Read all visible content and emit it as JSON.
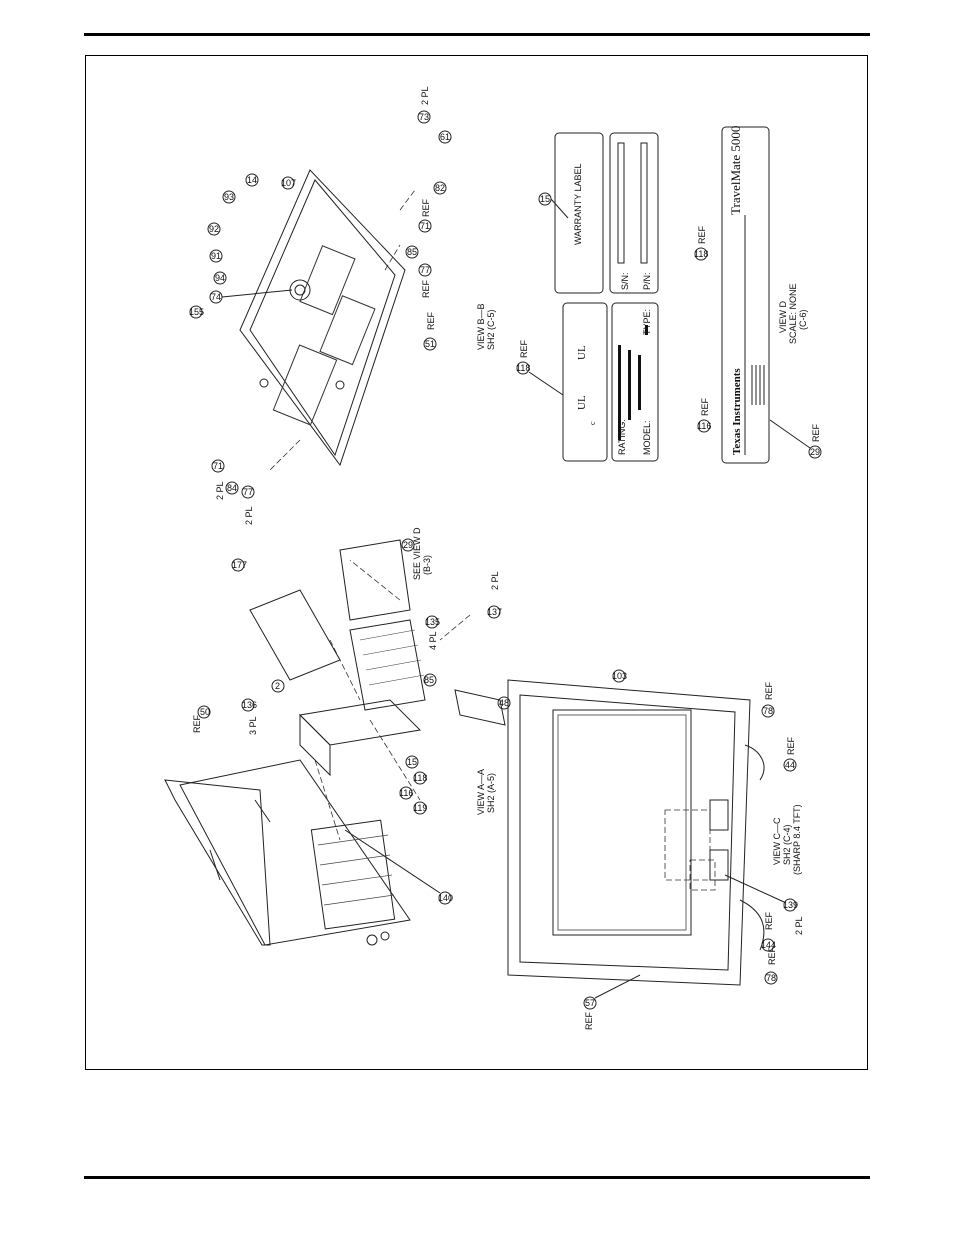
{
  "views": {
    "a_a": {
      "title": "VIEW A—A",
      "ref": "SH2 (A-5)"
    },
    "b_b": {
      "title": "VIEW B—B",
      "ref": "SH2 (C-5)"
    },
    "c_c": {
      "title": "VIEW C—C",
      "ref": "SH2 (C-4)",
      "note": "(SHARP 8.4 TFT)"
    },
    "d": {
      "title": "VIEW D",
      "scale": "SCALE: NONE",
      "ref": "(C-6)"
    }
  },
  "labels": {
    "see_view_d": "SEE VIEW D",
    "see_view_d_ref": "(B-3)",
    "warranty": "WARRANTY LABEL",
    "sn": "S/N:",
    "pn": "P/N:",
    "rating": "RATING:",
    "model": "MODEL:",
    "type": "TYPE:",
    "ul": "UL",
    "c": "c",
    "brand_ti": "Texas Instruments",
    "brand_tm": "TravelMate 5000"
  },
  "callouts": {
    "c50": "50",
    "c50r": "REF",
    "c2": "2",
    "c136": "136",
    "c136q": "3 PL",
    "c177": "177",
    "c29a": "29",
    "c85a": "85",
    "c135": "135",
    "c135q": "4 PL",
    "c137": "137",
    "c137q": "2 PL",
    "c48": "48",
    "c15a": "15",
    "c118a": "118",
    "c116a": "116",
    "c119a": "119",
    "c140": "140",
    "c155": "155",
    "c74": "74",
    "c94": "94",
    "c91": "91",
    "c92": "92",
    "c93": "93",
    "c14": "14",
    "c107": "107",
    "c71a": "71",
    "c71aq": "2 PL",
    "c84": "84",
    "c77a": "77",
    "c77aq": "2 PL",
    "c51": "51",
    "c51r": "REF",
    "c77b": "77",
    "c77br": "REF",
    "c85b": "85",
    "c71b": "71",
    "c71br": "REF",
    "c82": "82",
    "c61": "61",
    "c73": "73",
    "c73q": "2 PL",
    "c15b": "15",
    "c118b": "118",
    "c118br": "REF",
    "c116b": "116",
    "c116br": "REF",
    "c118c": "118",
    "c118cr": "REF",
    "c29b": "29",
    "c29br": "REF",
    "c103": "103",
    "c78a": "78",
    "c78ar": "REF",
    "c44": "44",
    "c44r": "REF",
    "c139": "139",
    "c139q": "2 PL",
    "c144": "144",
    "c144r": "REF",
    "c78b": "78",
    "c78br": "REF",
    "c57": "57",
    "c57r": "REF"
  }
}
